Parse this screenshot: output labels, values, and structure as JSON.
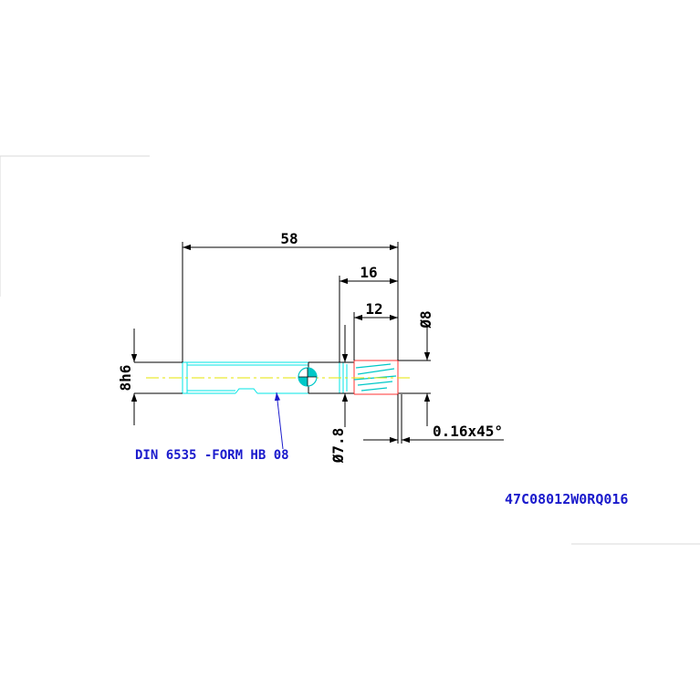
{
  "drawing": {
    "dimensions": {
      "overall_length": "58",
      "cutting_length": "16",
      "flute_length": "12",
      "cutting_diameter": "Ø8",
      "shank_diameter": "8h6",
      "neck_diameter": "Ø7.8",
      "chamfer": "0.16x45°"
    },
    "notes": {
      "shank_standard": "DIN 6535 -FORM HB 08",
      "part_number": "47C08012W0RQ016"
    }
  },
  "colors": {
    "line": "#000000",
    "shank_outline": "#00e5e5",
    "cutting_outline": "#ff3333",
    "centerline": "#e6e600",
    "note_text": "#1a1acc"
  }
}
